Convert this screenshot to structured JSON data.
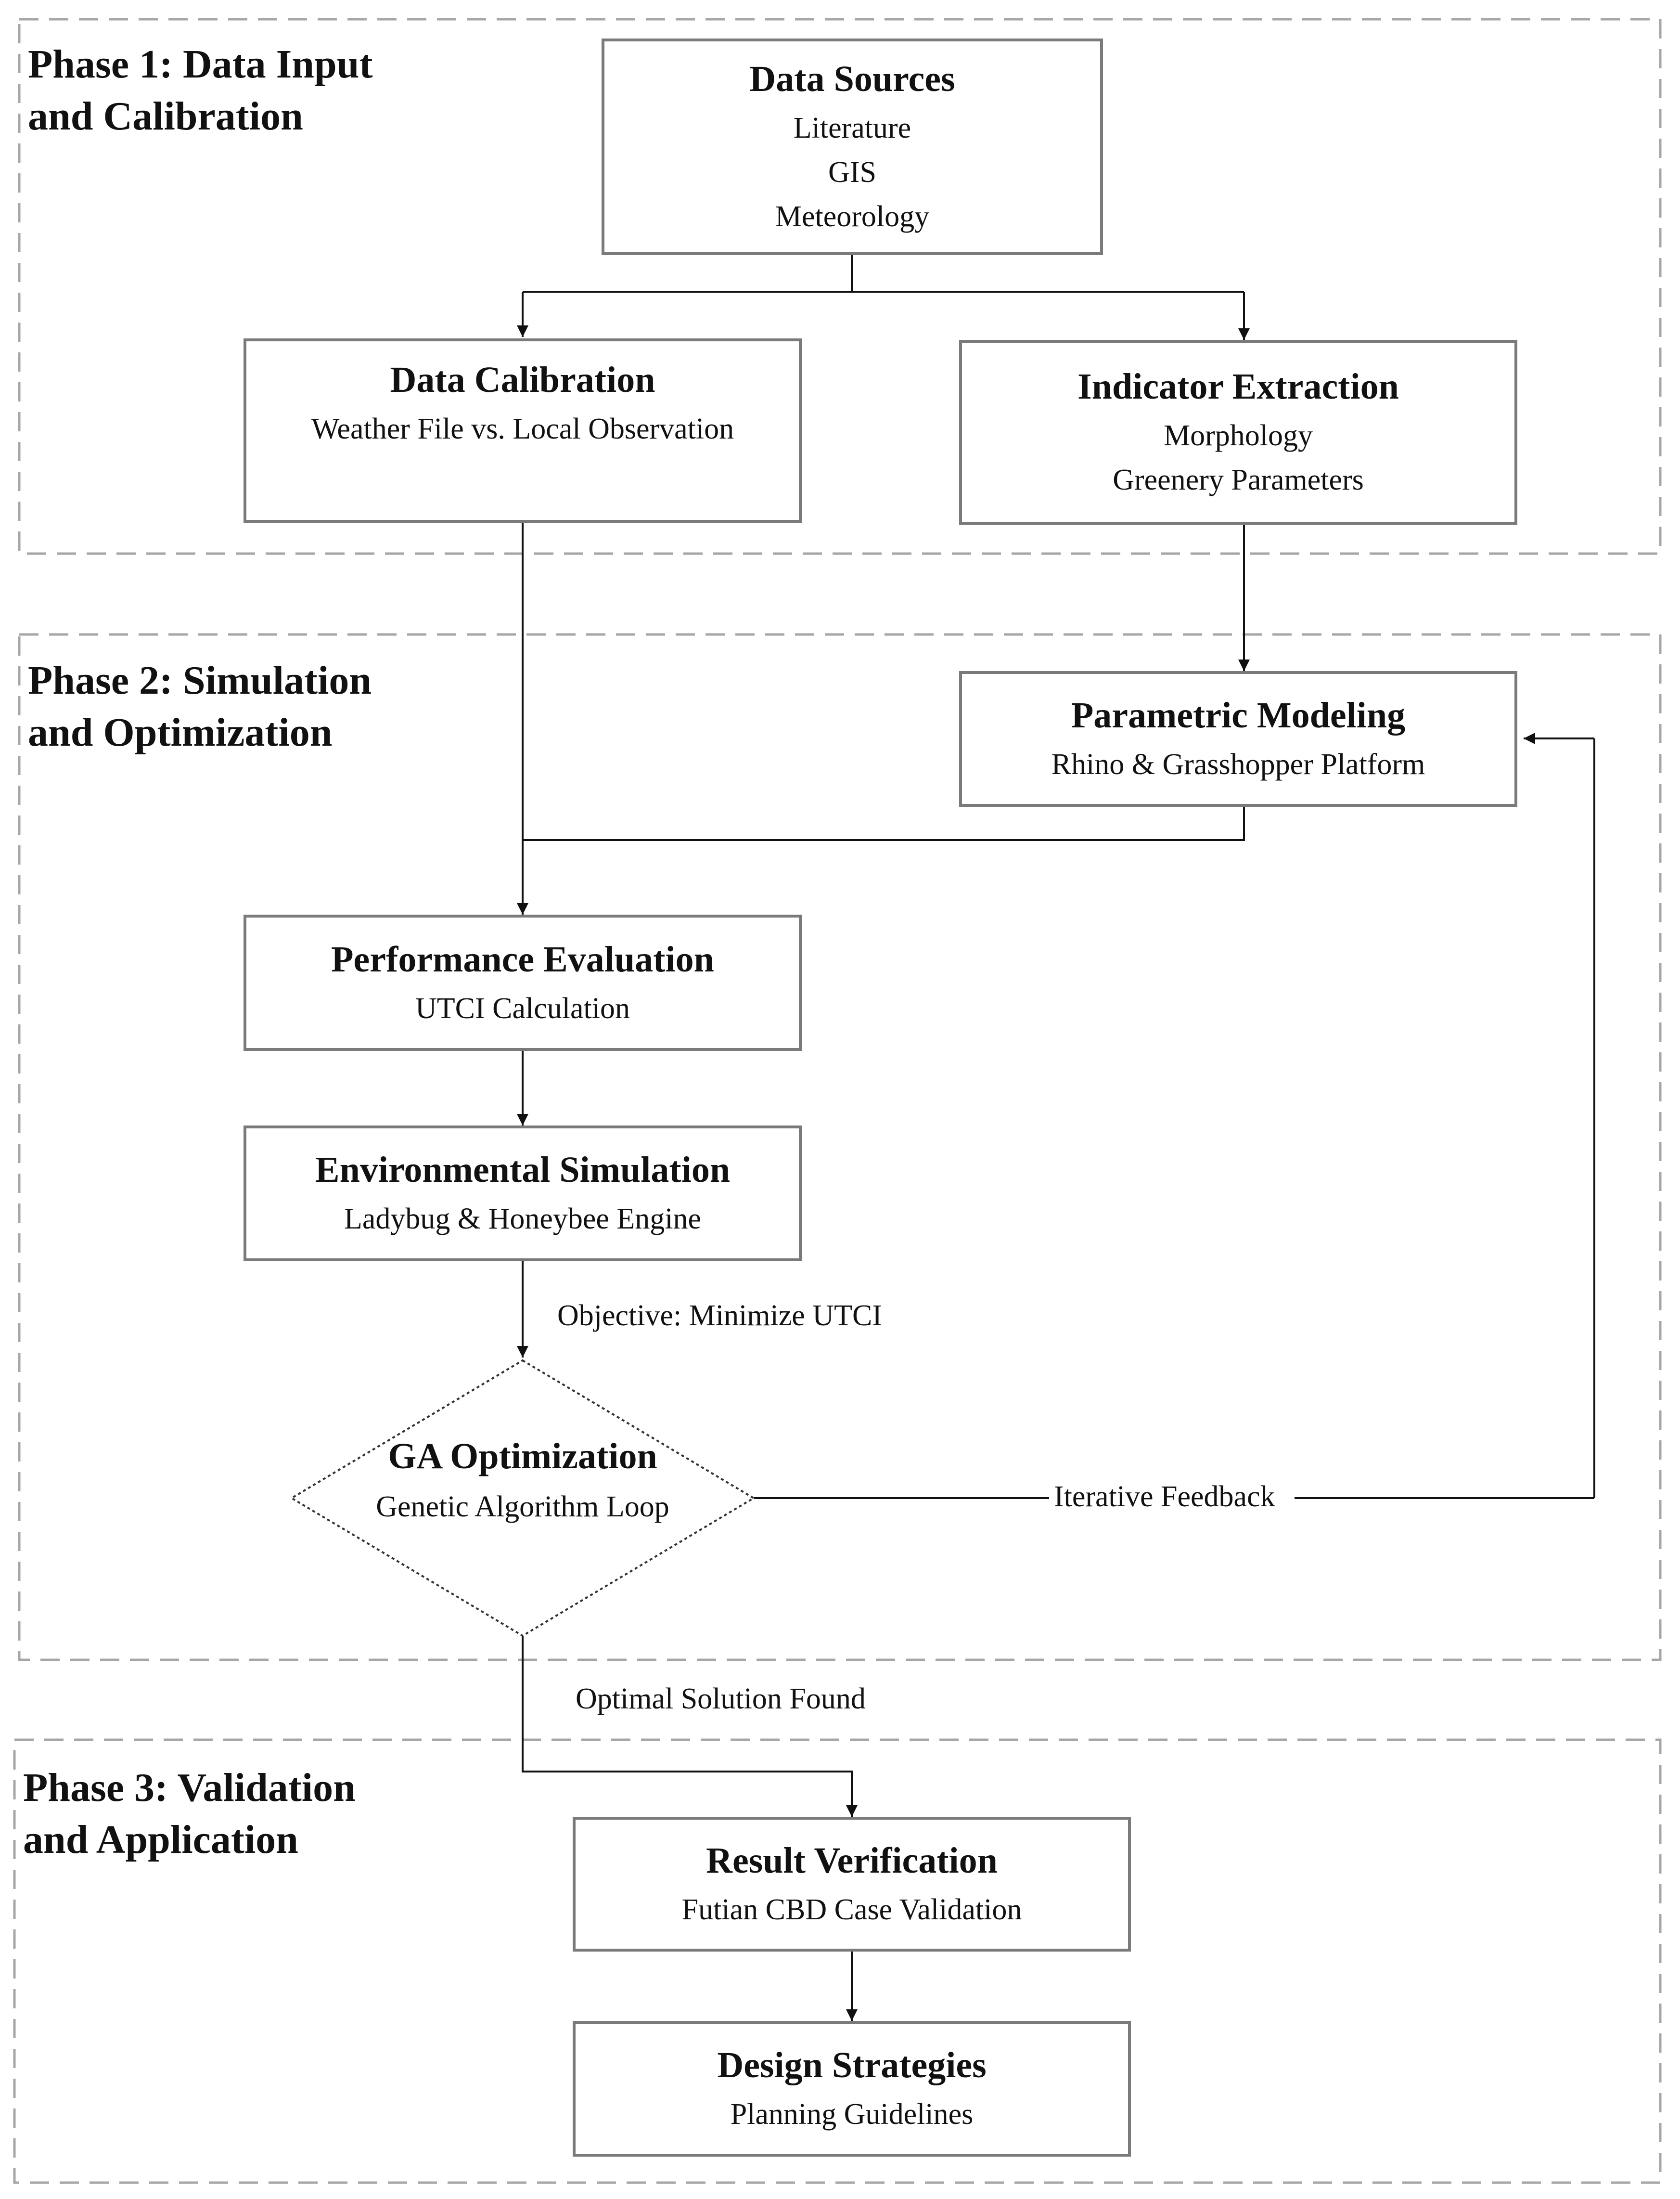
{
  "phases": [
    {
      "title_line1": "Phase 1: Data Input",
      "title_line2": "and Calibration"
    },
    {
      "title_line1": "Phase 2: Simulation",
      "title_line2": "and Optimization"
    },
    {
      "title_line1": "Phase 3: Validation",
      "title_line2": "and Application"
    }
  ],
  "nodes": {
    "data_sources": {
      "title": "Data Sources",
      "lines": [
        "Literature",
        "GIS",
        "Meteorology"
      ]
    },
    "data_calibration": {
      "title": "Data Calibration",
      "lines": [
        "Weather File vs. Local Observation"
      ]
    },
    "indicator_extraction": {
      "title": "Indicator Extraction",
      "lines": [
        "Morphology",
        "Greenery Parameters"
      ]
    },
    "parametric_modeling": {
      "title": "Parametric Modeling",
      "lines": [
        "Rhino & Grasshopper Platform"
      ]
    },
    "performance_evaluation": {
      "title": "Performance Evaluation",
      "lines": [
        "UTCI Calculation"
      ]
    },
    "environmental_simulation": {
      "title": "Environmental Simulation",
      "lines": [
        "Ladybug & Honeybee Engine"
      ]
    },
    "ga_optimization": {
      "title": "GA Optimization",
      "lines": [
        "Genetic Algorithm Loop"
      ]
    },
    "result_verification": {
      "title": "Result Verification",
      "lines": [
        "Futian CBD Case Validation"
      ]
    },
    "design_strategies": {
      "title": "Design Strategies",
      "lines": [
        "Planning Guidelines"
      ]
    }
  },
  "edge_labels": {
    "objective": "Objective: Minimize UTCI",
    "feedback": "Iterative Feedback",
    "optimal": "Optimal Solution Found"
  },
  "colors": {
    "box_border": "#7a7a7a",
    "phase_border": "#a6a6a6",
    "line": "#111111"
  }
}
